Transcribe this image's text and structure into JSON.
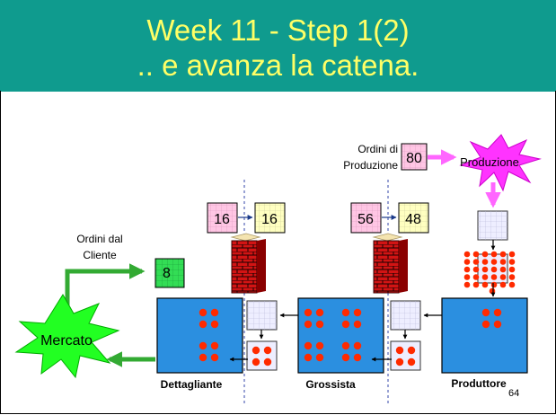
{
  "title": {
    "line1": "Week 11 - Step 1(2)",
    "line2": ".. e avanza la catena."
  },
  "labels": {
    "ordini_produzione_l1": "Ordini di",
    "ordini_produzione_l2": "Produzione",
    "ordini_cliente_l1": "Ordini dal",
    "ordini_cliente_l2": "Cliente",
    "produzione": "Produzione",
    "mercato": "Mercato",
    "dettagliante": "Dettagliante",
    "grossista": "Grossista",
    "produttore": "Produttore",
    "page_number": "64"
  },
  "orders": {
    "production": "80",
    "customer": "8",
    "retail_out": "16",
    "wholesale_in": "16",
    "wholesale_out": "56",
    "producer_in": "48"
  },
  "colors": {
    "title_bg": "#0f9b8e",
    "title_text": "#ffff66",
    "stock_box": "#2b8fe0",
    "dot": "#ff2a00",
    "order_pink": "#ffc6e4",
    "order_yellow": "#ffffc0",
    "order_green": "#33dd55",
    "burst_green": "#22ff22",
    "burst_magenta": "#ff33ff",
    "arrow_green": "#33aa33",
    "arrow_magenta": "#ff66ff"
  },
  "icons": [
    "firewall-icon",
    "burst-icon",
    "arrow-icon"
  ]
}
